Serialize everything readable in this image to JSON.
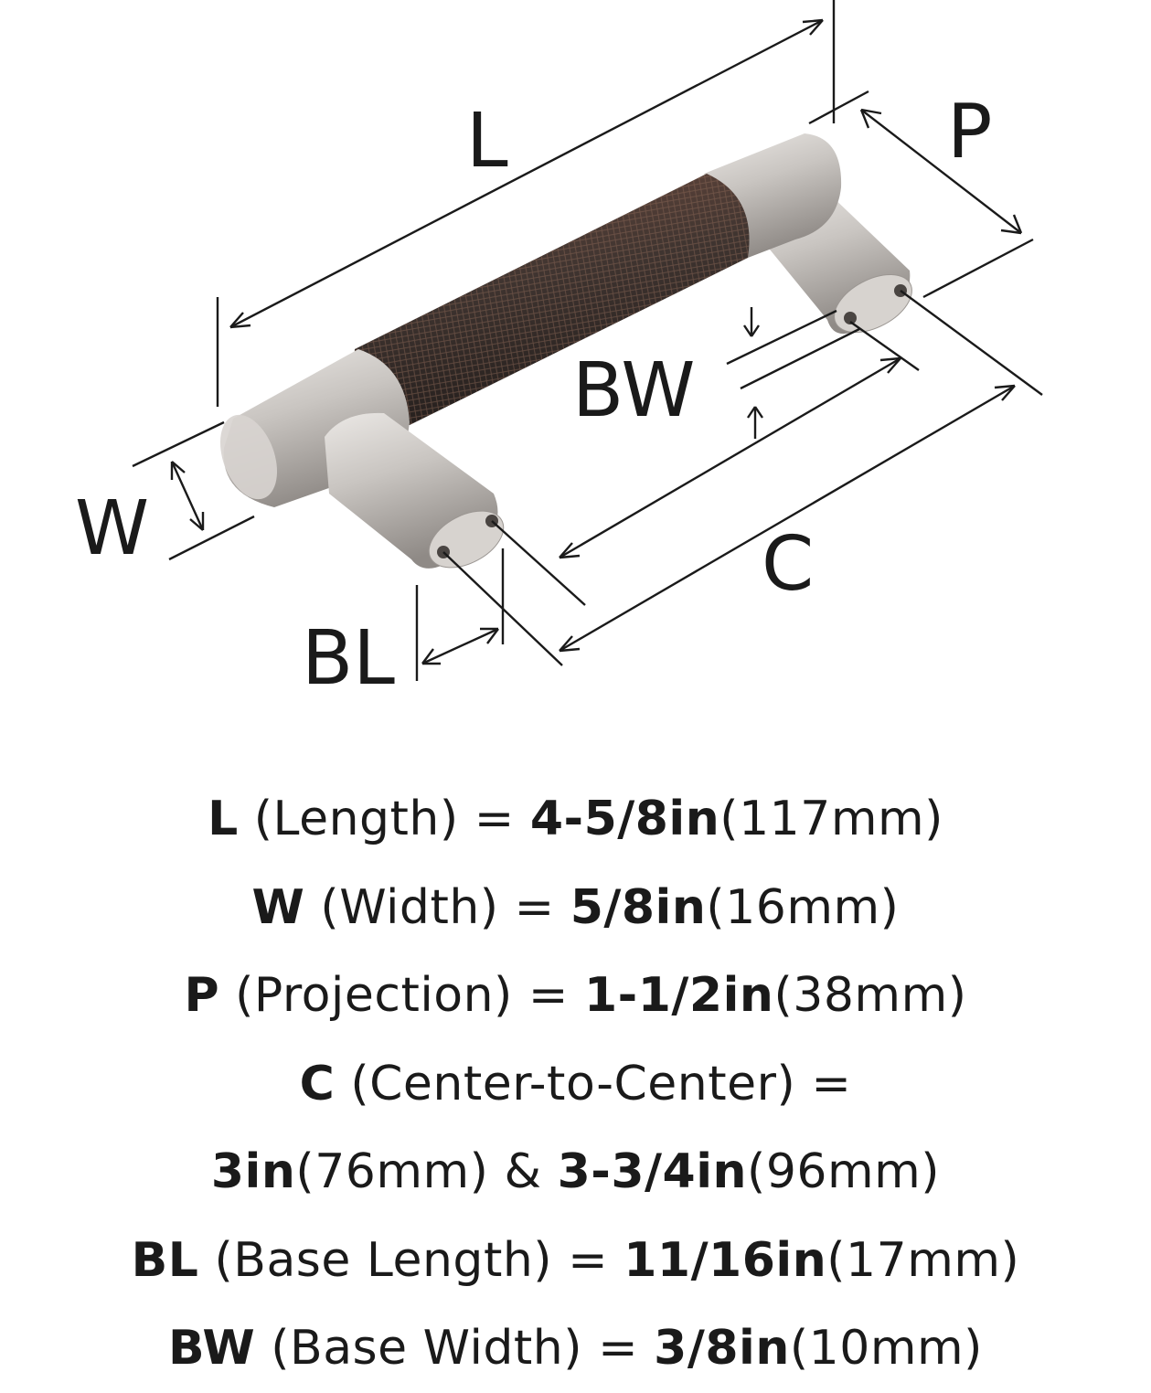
{
  "labels": {
    "L": "L",
    "P": "P",
    "W": "W",
    "BW": "BW",
    "C": "C",
    "BL": "BL"
  },
  "specs": [
    {
      "code": "L",
      "name": "(Length) =",
      "imperial": "4-5/8in",
      "metric": "(117mm)"
    },
    {
      "code": "W",
      "name": "(Width) =",
      "imperial": "5/8in",
      "metric": "(16mm)"
    },
    {
      "code": "P",
      "name": "(Projection) =",
      "imperial": "1-1/2in",
      "metric": "(38mm)"
    },
    {
      "code": "C",
      "name": "(Center-to-Center) ="
    },
    {
      "imperial": "3in",
      "metric": "(76mm) &",
      "imperial2": "3-3/4in",
      "metric2": "(96mm)"
    },
    {
      "code": "BL",
      "name": "(Base Length) =",
      "imperial": "11/16in",
      "metric": "(17mm)"
    },
    {
      "code": "BW",
      "name": "(Base Width) =",
      "imperial": "3/8in",
      "metric": "(10mm)"
    }
  ],
  "colors": {
    "nickel": "#c9c5c1",
    "bronze": "#4a3f3b",
    "text": "#1a1a1a"
  }
}
